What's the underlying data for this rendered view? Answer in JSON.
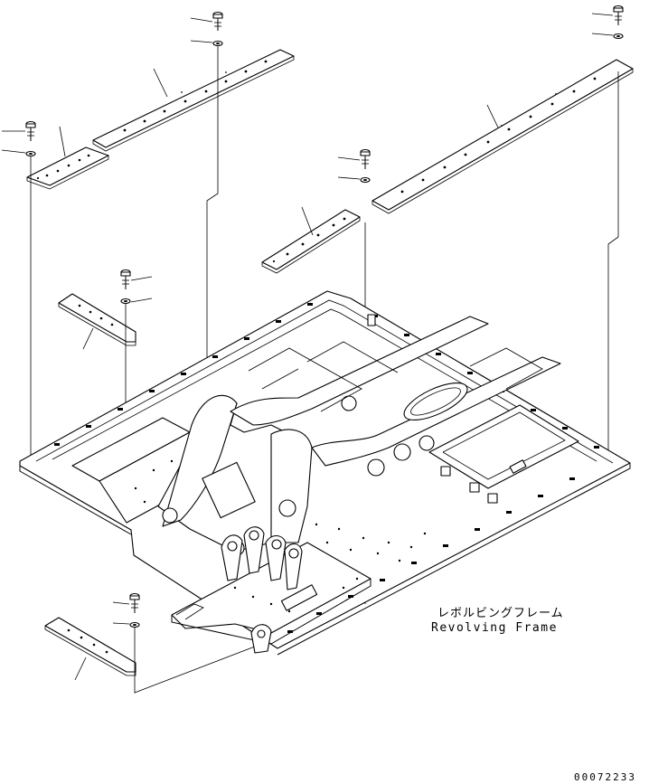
{
  "labels": {
    "part_name_jp": "レボルビングフレーム",
    "part_name_en": "Revolving Frame",
    "document_number": "00072233"
  },
  "colors": {
    "line": "#000000",
    "background": "#ffffff"
  }
}
